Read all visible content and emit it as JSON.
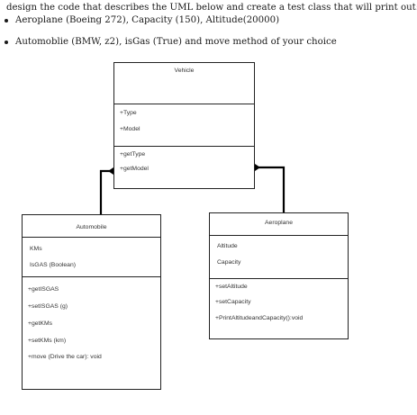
{
  "question": {
    "line1": "design the code that describes the UML below and create a test class that will print out:",
    "bullets": [
      "Aeroplane (Boeing 272), Capacity (150), Altitude(20000)",
      "Automoblie (BMW, z2), isGas (True) and move method of your choice"
    ]
  },
  "uml": {
    "vehicle": {
      "name": "Vehicle",
      "attributes": [
        "+Type",
        "+Model"
      ],
      "methods": [
        "+getType",
        "+getModel"
      ]
    },
    "automobile": {
      "name": "Automobile",
      "attributes": [
        "KMs",
        "IsGAS (Boolean)"
      ],
      "methods": [
        "+getISGAS",
        "+setISGAS (g)",
        "+getKMs",
        "+setKMs (km)",
        "+move (Drive the car): void"
      ]
    },
    "aeroplane": {
      "name": "Aeroplane",
      "attributes": [
        "Altitude",
        "Capacity"
      ],
      "methods": [
        "+setAltitude",
        "+setCapacity",
        "+PrintAltitudeandCapacity():void"
      ]
    }
  }
}
